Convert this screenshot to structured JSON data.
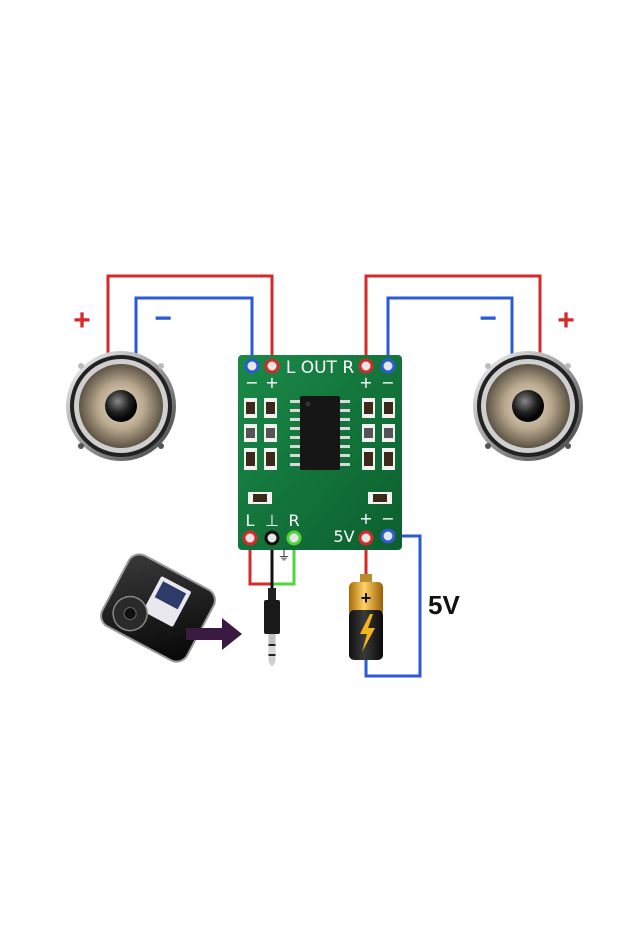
{
  "speakers": {
    "left": {
      "plus_sign": "+",
      "minus_sign": "−"
    },
    "right": {
      "plus_sign": "+",
      "minus_sign": "−"
    }
  },
  "board": {
    "output_label": "L OUT R",
    "out_left_minus": "−",
    "out_left_plus": "+",
    "out_right_plus": "+",
    "out_right_minus": "−",
    "in_left": "L",
    "in_ground": "⊥",
    "in_right": "R",
    "power_label": "5V",
    "power_plus": "+",
    "power_minus": "−"
  },
  "jack": {
    "ground_symbol": "⏚"
  },
  "battery": {
    "plus_sign": "+"
  },
  "supply": {
    "voltage_label": "5V"
  },
  "colors": {
    "positive_wire": "#d42a2a",
    "negative_wire": "#2a5bd4",
    "input_right_wire": "#4fd63b",
    "input_ground_wire": "#111111",
    "pcb_green": "#0f7a3c",
    "battery_gold": "#d99b1c",
    "arrow": "#3a1a40"
  }
}
